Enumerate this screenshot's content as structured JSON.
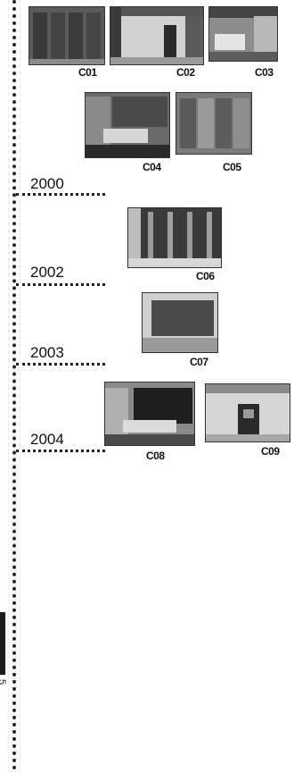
{
  "timeline": {
    "years": [
      "2000",
      "2002",
      "2003",
      "2004"
    ]
  },
  "photos": {
    "captions": [
      "C01",
      "C02",
      "C03",
      "C04",
      "C05",
      "C06",
      "C07",
      "C08",
      "C09"
    ]
  },
  "page_number": "5",
  "colors": {
    "line": "#222222",
    "photo_dark": "#2a2a2a",
    "photo_mid": "#777777",
    "photo_light": "#c8c8c8"
  }
}
